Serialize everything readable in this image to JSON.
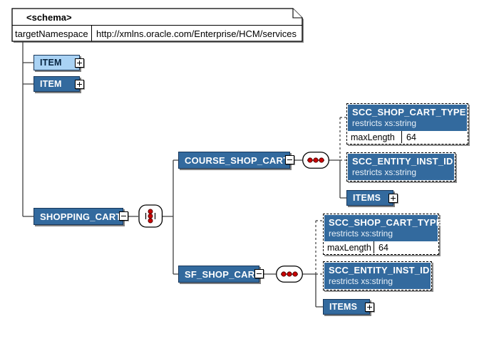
{
  "diagram": {
    "schema": {
      "title": "<schema>",
      "attr_name": "targetNamespace",
      "attr_value": "http://xmlns.oracle.com/Enterprise/HCM/services"
    },
    "item_light": {
      "label": "ITEM"
    },
    "item_dark": {
      "label": "ITEM"
    },
    "shopping_cart": {
      "label": "SHOPPING_CART"
    },
    "course_branch": {
      "parent": {
        "label": "COURSE_SHOP_CART"
      },
      "cart_type": {
        "title": "SCC_SHOP_CART_TYPE",
        "subtitle": "restricts xs:string",
        "facet_name": "maxLength",
        "facet_value": "64"
      },
      "entity_inst": {
        "title": "SCC_ENTITY_INST_ID",
        "subtitle": "restricts xs:string"
      },
      "items": {
        "label": "ITEMS"
      }
    },
    "sf_branch": {
      "parent": {
        "label": "SF_SHOP_CART"
      },
      "cart_type": {
        "title": "SCC_SHOP_CART_TYPE",
        "subtitle": "restricts xs:string",
        "facet_name": "maxLength",
        "facet_value": "64"
      },
      "entity_inst": {
        "title": "SCC_ENTITY_INST_ID",
        "subtitle": "restricts xs:string"
      },
      "items": {
        "label": "ITEMS"
      }
    }
  },
  "colors": {
    "element_fill": "#336A9E",
    "element_fill_light": "#A9D2F4",
    "element_border": "#17375B",
    "compositor_dot": "#CC0000",
    "connector_line": "#3F3F3F",
    "shadow": "rgba(0,0,0,0.5)"
  }
}
